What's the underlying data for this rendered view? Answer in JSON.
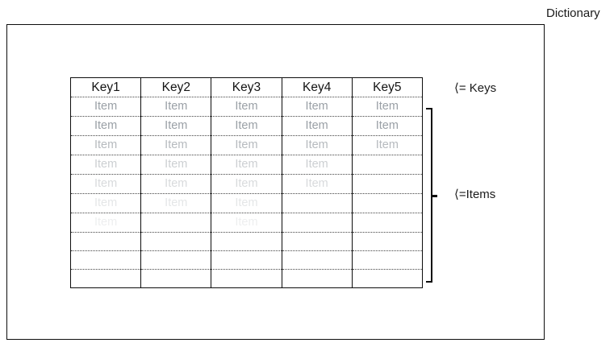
{
  "diagram": {
    "title": "Dictionary",
    "annotations": {
      "keys": "⟨= Keys",
      "items": "⟨=Items"
    }
  },
  "table": {
    "columns": [
      "Key1",
      "Key2",
      "Key3",
      "Key4",
      "Key5"
    ],
    "item_label": "Item",
    "row_count": 10,
    "item_counts_per_column": [
      7,
      6,
      7,
      5,
      3
    ],
    "rows": [
      [
        "Item",
        "Item",
        "Item",
        "Item",
        "Item"
      ],
      [
        "Item",
        "Item",
        "Item",
        "Item",
        "Item"
      ],
      [
        "Item",
        "Item",
        "Item",
        "Item",
        "Item"
      ],
      [
        "Item",
        "Item",
        "Item",
        "Item",
        ""
      ],
      [
        "Item",
        "Item",
        "Item",
        "Item",
        ""
      ],
      [
        "Item",
        "Item",
        "Item",
        "",
        ""
      ],
      [
        "Item",
        "",
        "Item",
        "",
        ""
      ],
      [
        "",
        "",
        "",
        "",
        ""
      ],
      [
        "",
        "",
        "",
        "",
        ""
      ],
      [
        "",
        "",
        "",
        "",
        ""
      ]
    ],
    "row_opacity": [
      1.0,
      1.0,
      0.72,
      0.5,
      0.38,
      0.26,
      0.17,
      0.0,
      0.0,
      0.0
    ]
  },
  "colors": {
    "border": "#0d0d0d",
    "row_separator": "#444444",
    "item_text": "#9aa0a6",
    "header_text": "#141414",
    "background": "#ffffff"
  }
}
